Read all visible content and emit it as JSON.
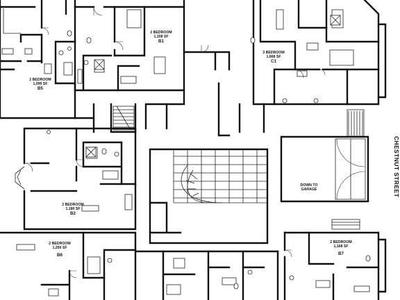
{
  "street_label": "CHESTNUT STREET",
  "garage_label": [
    "DOWN TO",
    "GARAGE"
  ],
  "units": {
    "b1": {
      "type": "2 BEDROOM",
      "area": "1,158 SF",
      "unit": "B1"
    },
    "c1": {
      "type": "3 BEDROOM",
      "area": "1,668 SF",
      "unit": "C1"
    },
    "b5": {
      "type": "2 BEDROOM",
      "area": "1,099 SF",
      "unit": "B5"
    },
    "b2": {
      "type": "2 BEDROOM",
      "area": "1,180 SF",
      "unit": "B2"
    },
    "b6": {
      "type": "2 BEDROOM",
      "area": "1,250 SF",
      "unit": "B6"
    },
    "b7": {
      "type": "2 BEDROOM",
      "area": "1,168 SF",
      "unit": "B7"
    }
  },
  "icons": [
    "stair-icon",
    "door-swing-icon",
    "toilet-icon",
    "sink-icon",
    "bathtub-icon",
    "shower-icon"
  ]
}
